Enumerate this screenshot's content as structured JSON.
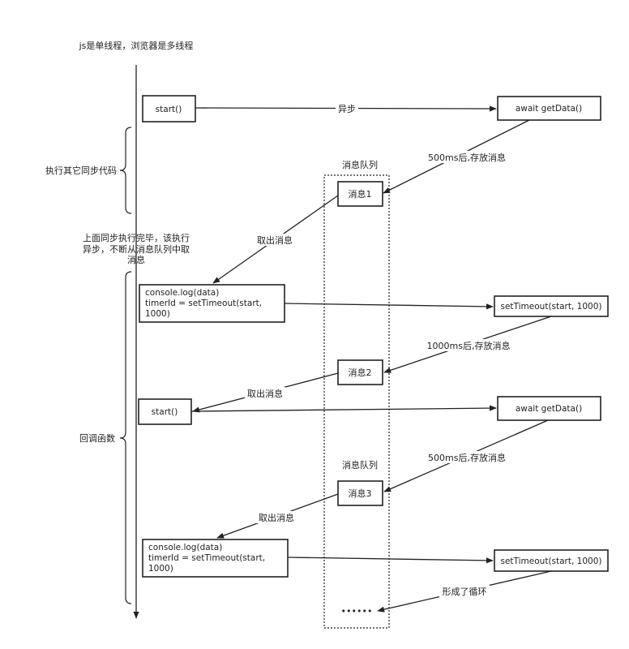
{
  "header": {
    "title": "js是单线程，浏览器是多线程"
  },
  "braces": {
    "sync_other": "执行其它同步代码",
    "note_line1": "上面同步执行完毕，该执行",
    "note_line2": "异步，不断从消息队列中取",
    "note_line3": "消息",
    "callback": "回调函数"
  },
  "queue": {
    "title_top": "消息队列",
    "title_bottom": "消息队列",
    "msg1": "消息1",
    "msg2": "消息2",
    "msg3": "消息3",
    "ellipsis": "••••••"
  },
  "left_boxes": {
    "start1": "start()",
    "console1_line1": "console.log(data)",
    "console1_line2": "timerId = setTimeout(start,",
    "console1_line3": "1000)",
    "start2": "start()",
    "console2_line1": "console.log(data)",
    "console2_line2": "timerId = setTimeout(start,",
    "console2_line3": "1000)"
  },
  "right_boxes": {
    "await1": "await getData()",
    "settimeout1": "setTimeout(start, 1000)",
    "await2": "await getData()",
    "settimeout2": "setTimeout(start, 1000)"
  },
  "edges": {
    "async": "异步",
    "store_500_1": "500ms后,存放消息",
    "take1": "取出消息",
    "store_1000": "1000ms后,存放消息",
    "take2": "取出消息",
    "store_500_2": "500ms后,存放消息",
    "take3": "取出消息",
    "loop": "形成了循环"
  }
}
